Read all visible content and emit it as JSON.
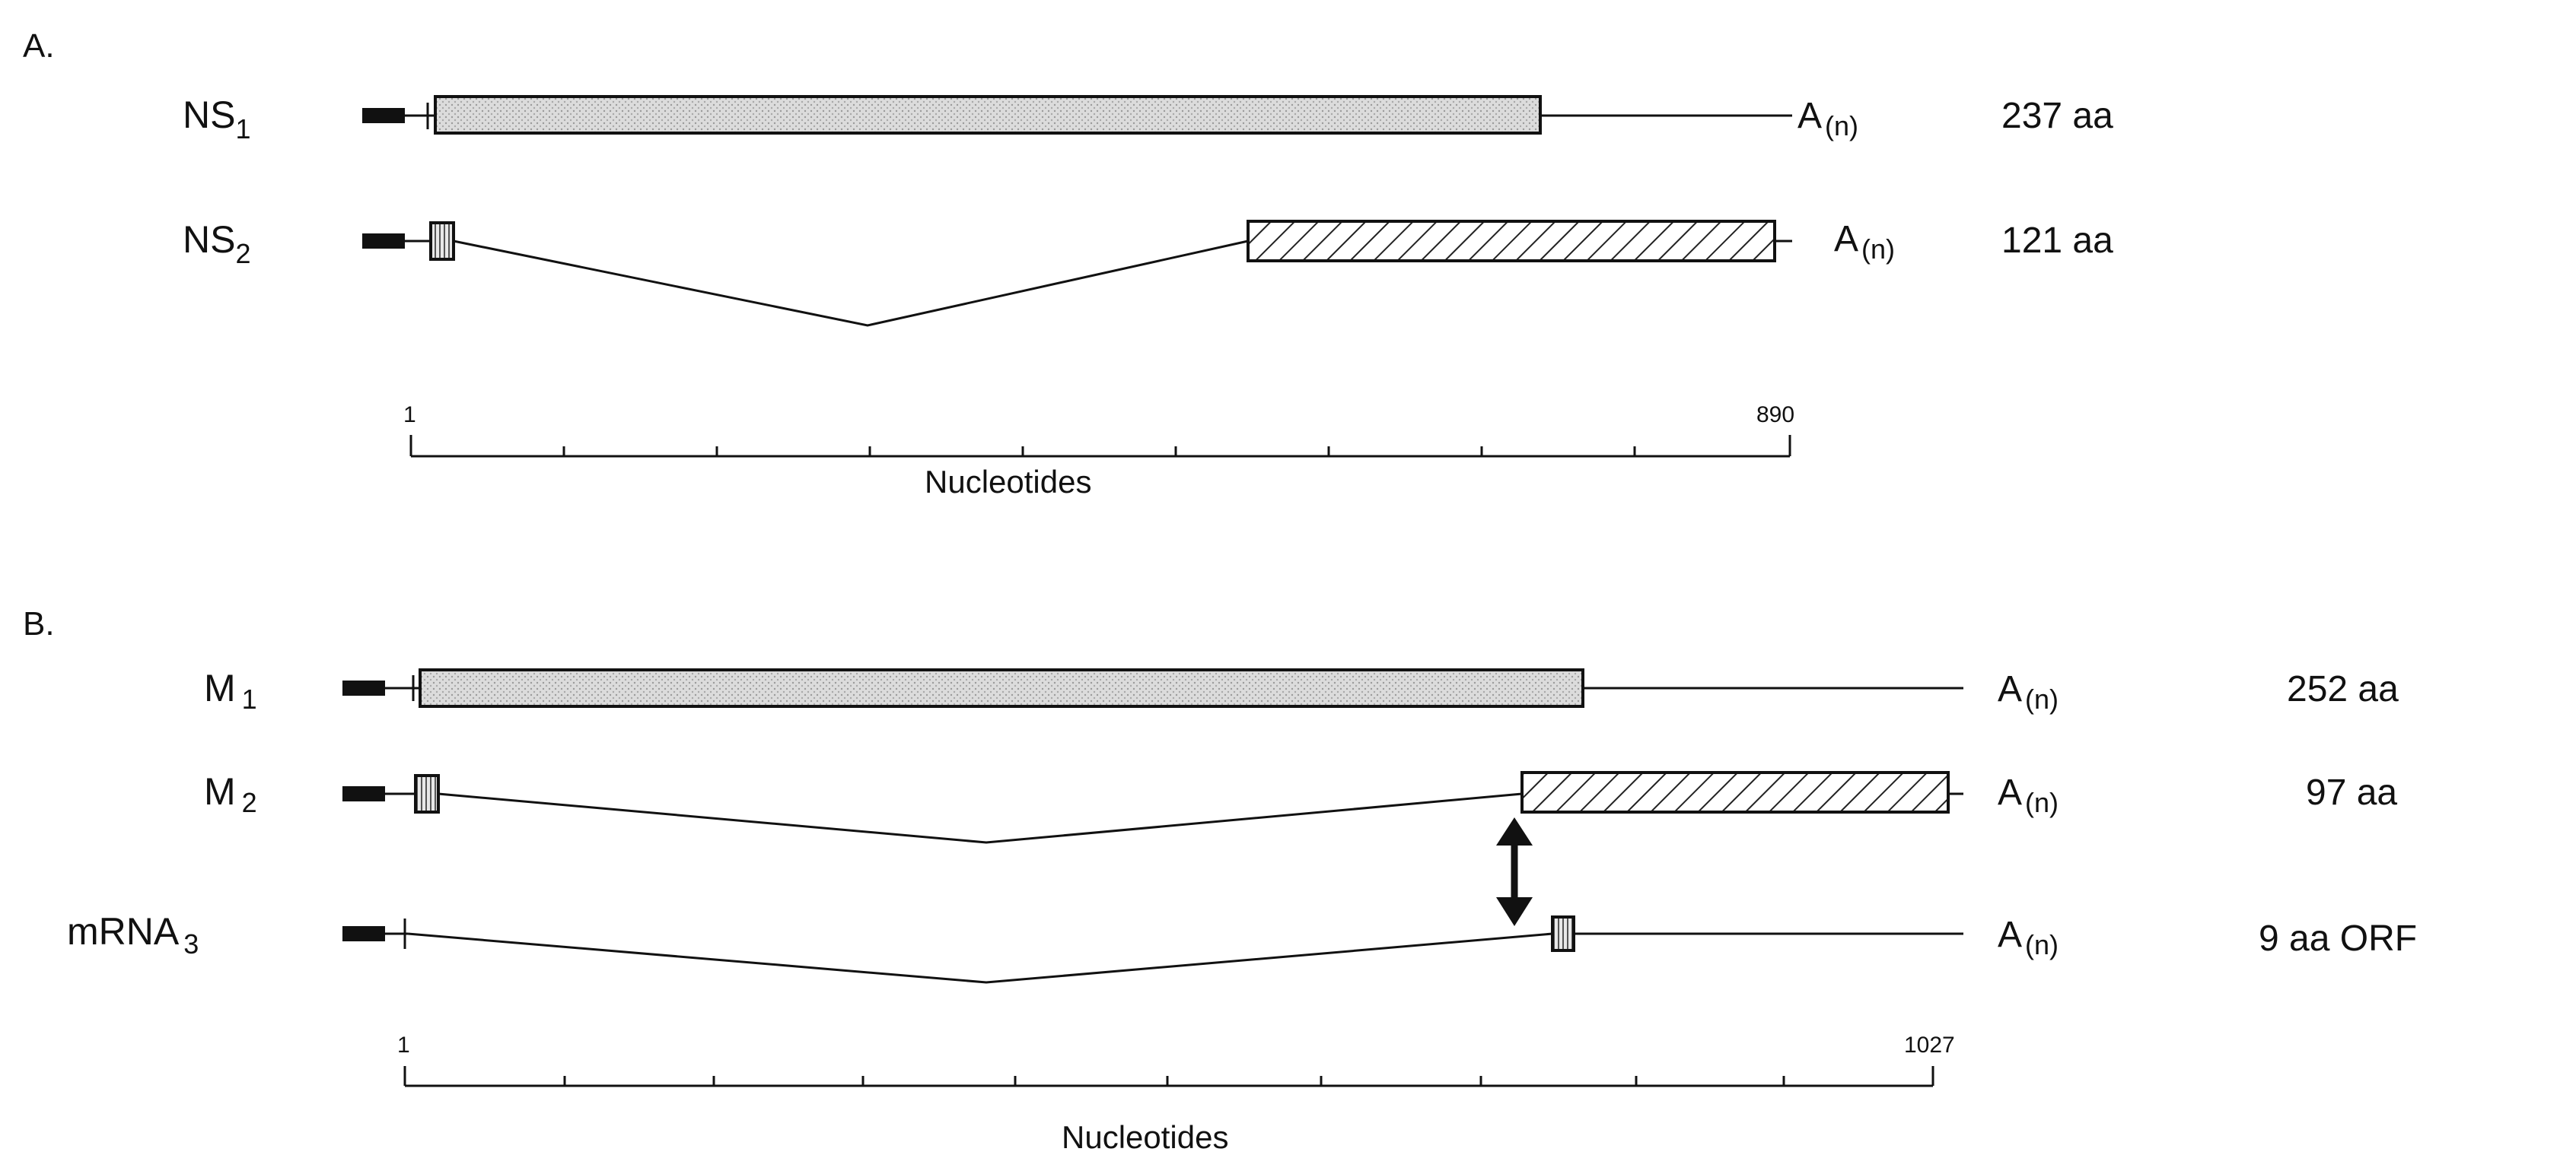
{
  "panels": [
    {
      "letter": "A.",
      "axis": {
        "start": "1",
        "end": "890",
        "title": "Nucleotides"
      },
      "tracks": [
        {
          "name": "NS",
          "sub": "1",
          "tail": "A",
          "tail_sub": "(n)",
          "aa": "237 aa"
        },
        {
          "name": "NS",
          "sub": "2",
          "tail": "A",
          "tail_sub": "(n)",
          "aa": "121 aa"
        }
      ]
    },
    {
      "letter": "B.",
      "axis": {
        "start": "1",
        "end": "1027",
        "title": "Nucleotides"
      },
      "tracks": [
        {
          "name": "M",
          "sub": "1",
          "tail": "A",
          "tail_sub": "(n)",
          "aa": "252 aa"
        },
        {
          "name": "M",
          "sub": "2",
          "tail": "A",
          "tail_sub": "(n)",
          "aa": "97 aa"
        },
        {
          "name": "mRNA",
          "sub": "3",
          "tail": "A",
          "tail_sub": "(n)",
          "aa": "9 aa ORF"
        }
      ]
    }
  ],
  "colors": {
    "ink": "#111111",
    "fill_stipple": "#d9d9d9",
    "hatch": "#222222"
  }
}
